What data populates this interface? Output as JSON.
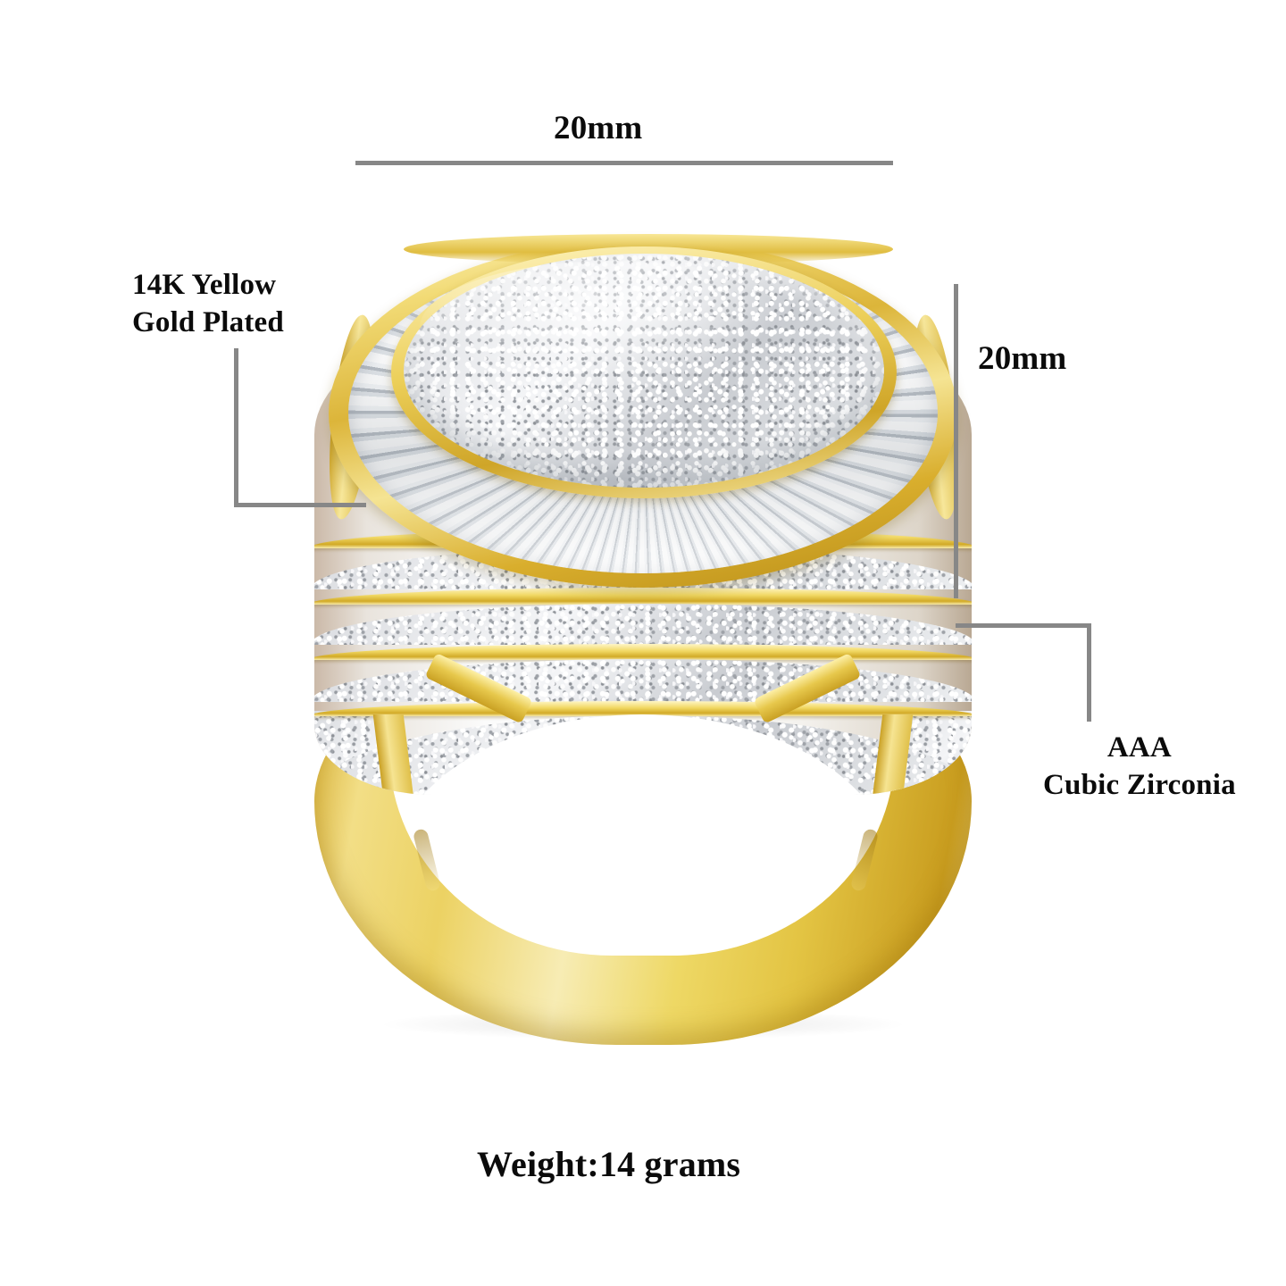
{
  "product": {
    "type": "ring",
    "material": "14K Yellow Gold Plated",
    "stone": "AAA Cubic Zirconia"
  },
  "dimensions": {
    "width_label": "20mm",
    "height_label": "20mm"
  },
  "callouts": {
    "gold": {
      "line1": "14K Yellow",
      "line2": "Gold Plated"
    },
    "cz": {
      "line1": "AAA",
      "line2": "Cubic Zirconia"
    }
  },
  "footer": {
    "weight_label": "Weight:14 grams"
  },
  "colors": {
    "background": "#ffffff",
    "text": "#0b0b0b",
    "leader_line": "#878787",
    "gold_light": "#fdf3b9",
    "gold_mid": "#e9c948",
    "gold_dark": "#c99d1f",
    "stone_light": "#ffffff",
    "stone_shadow": "#9ea2a8"
  }
}
